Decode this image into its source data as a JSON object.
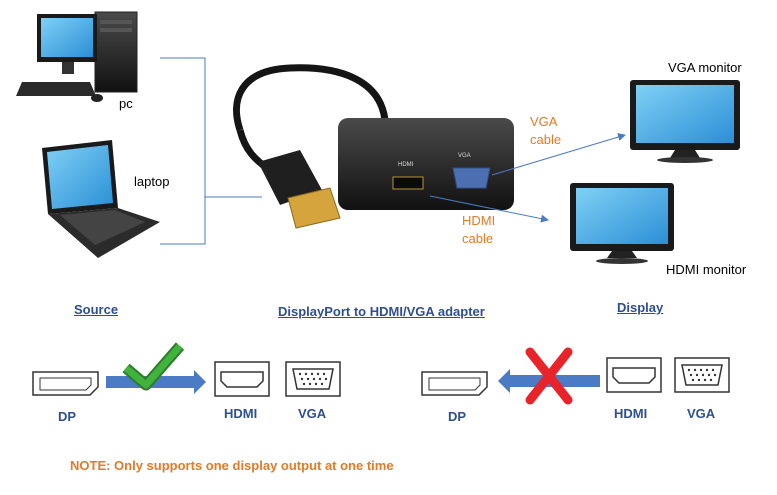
{
  "devices": {
    "pc": "pc",
    "laptop": "laptop",
    "vga_monitor": "VGA monitor",
    "hdmi_monitor": "HDMI monitor"
  },
  "cables": {
    "vga_line1": "VGA",
    "vga_line2": "cable",
    "hdmi_line1": "HDMI",
    "hdmi_line2": "cable"
  },
  "adapter": {
    "port_hdmi": "HDMI",
    "port_vga": "VGA"
  },
  "headings": {
    "source": "Source",
    "adapter": "DisplayPort to HDMI/VGA adapter",
    "display": "Display"
  },
  "left_group": {
    "dp": "DP",
    "hdmi": "HDMI",
    "vga": "VGA",
    "status": "check-icon"
  },
  "right_group": {
    "dp": "DP",
    "hdmi": "HDMI",
    "vga": "VGA",
    "status": "cross-icon"
  },
  "note": "NOTE: Only supports one display output at one time",
  "colors": {
    "heading": "#2e4f91",
    "note": "#e07b29",
    "arrow": "#4a7bc4",
    "check": "#3aa637",
    "cross": "#e8242a"
  }
}
